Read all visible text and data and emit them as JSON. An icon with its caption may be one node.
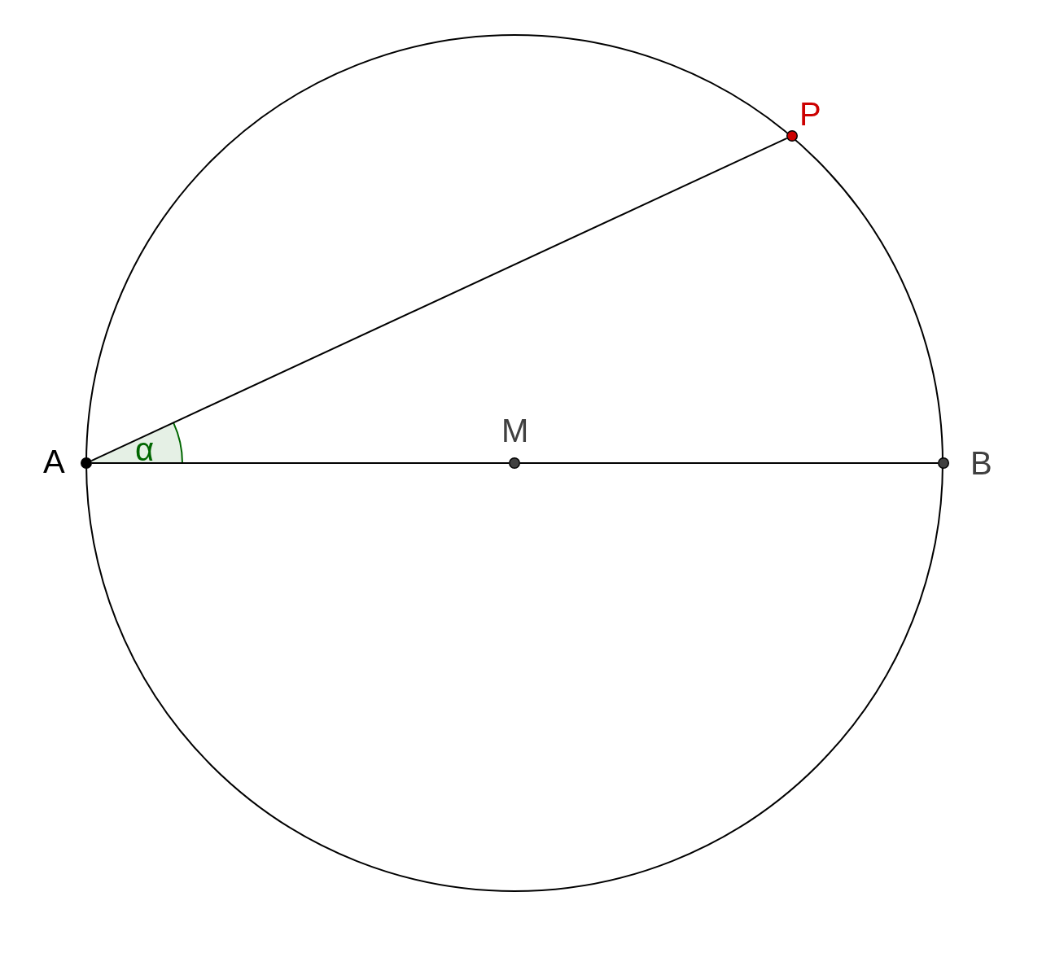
{
  "diagram": {
    "nodes": [
      {
        "text": [],
        "shape": "circle",
        "beside": [
          "P"
        ]
      },
      {
        "text": [],
        "shape": "circle",
        "beside": [
          "M"
        ]
      },
      {
        "text": [],
        "shape": "circle",
        "beside": [
          "A"
        ]
      },
      {
        "text": [],
        "shape": "circle",
        "beside": [
          "B"
        ]
      }
    ],
    "edges": [
      {
        "from": 2,
        "to": 0,
        "arrow": "none"
      },
      {
        "from": 2,
        "to": 1,
        "arrow": "none"
      },
      {
        "from": 1,
        "to": 3,
        "arrow": "none"
      }
    ],
    "labels": [
      "α"
    ]
  }
}
